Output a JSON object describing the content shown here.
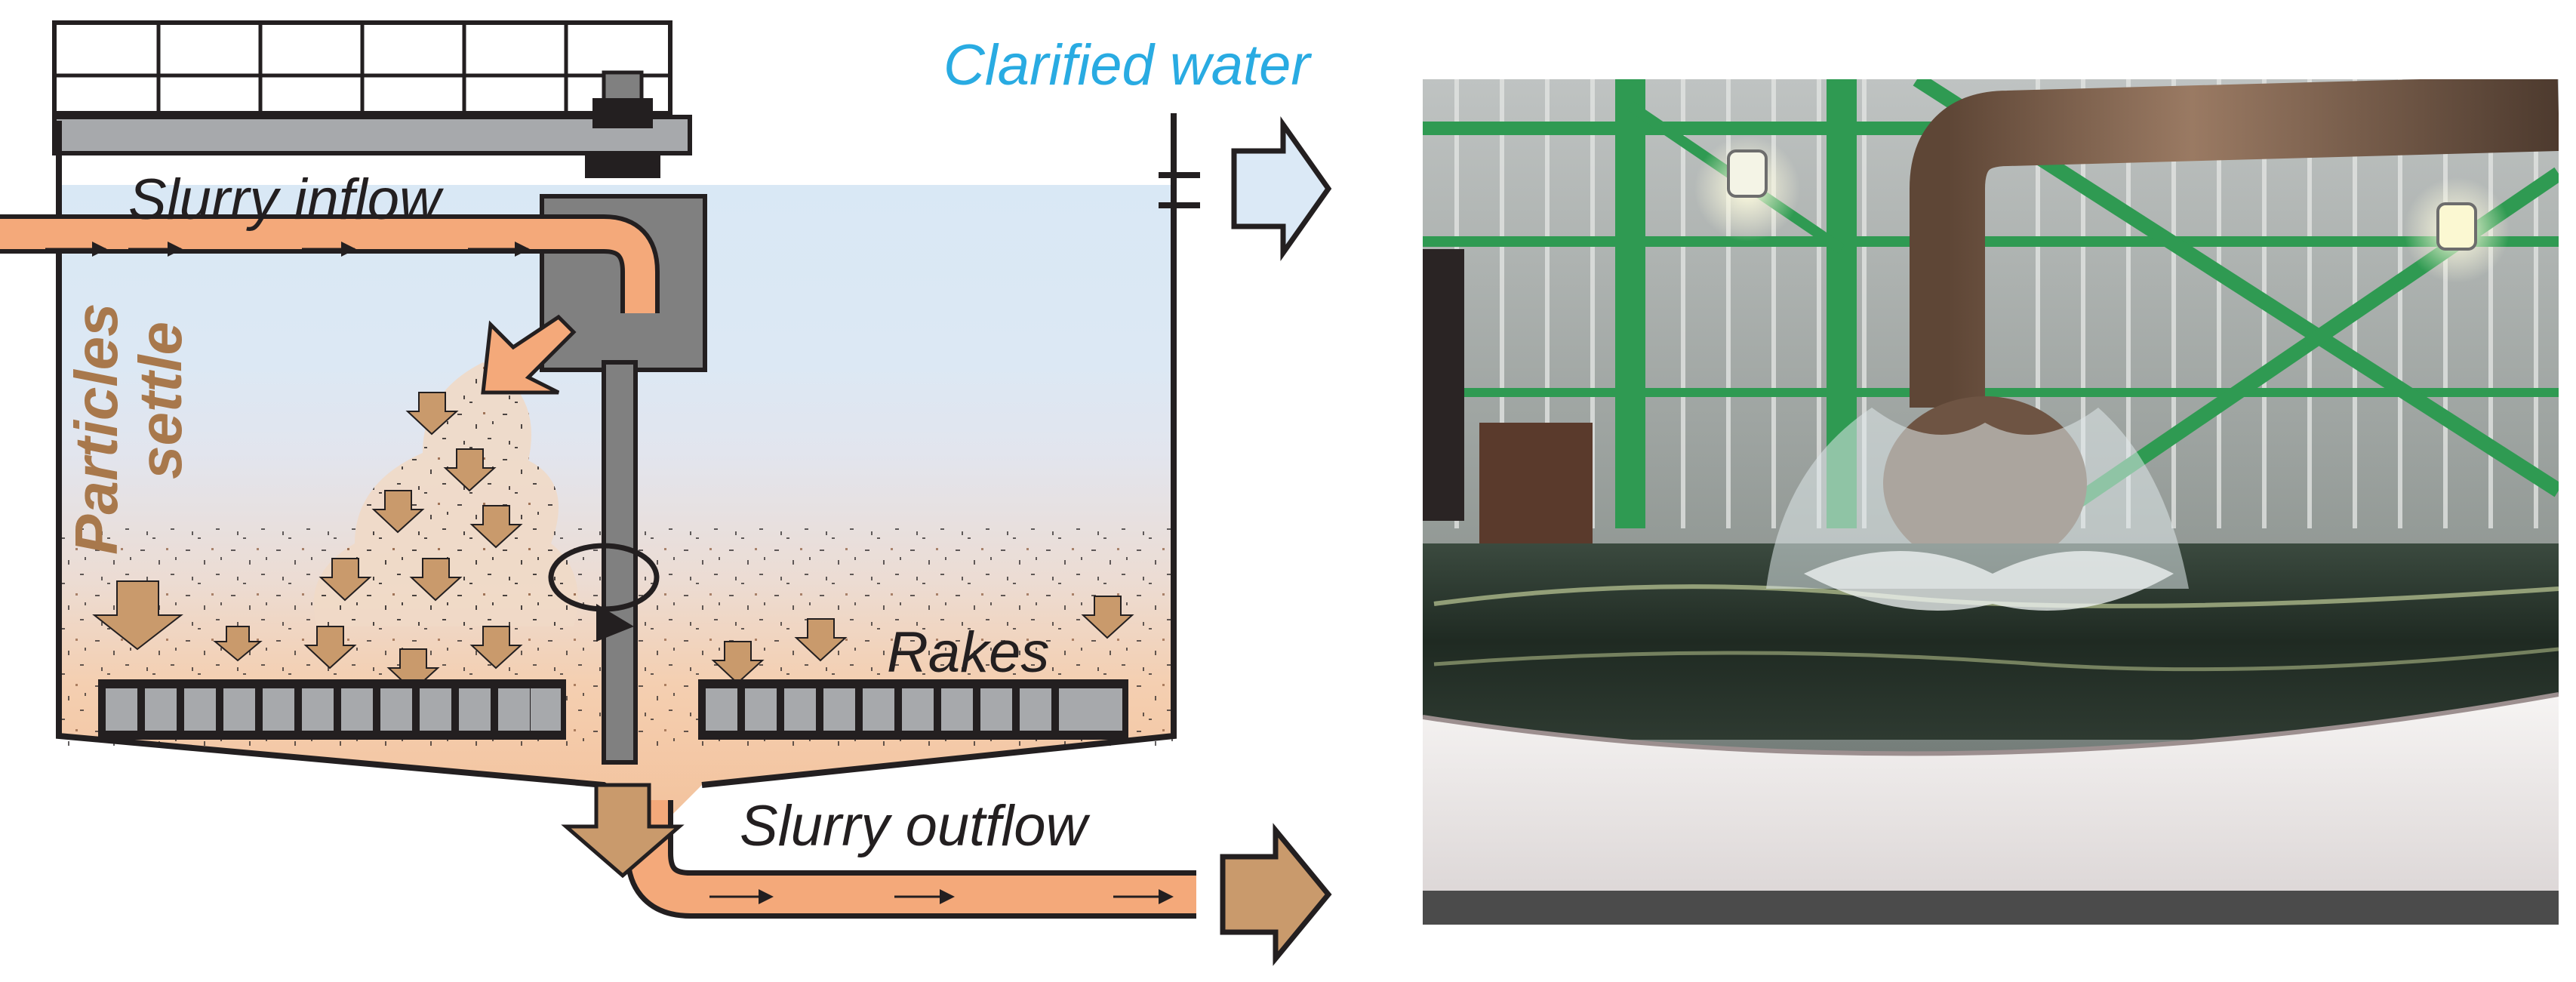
{
  "diagram": {
    "labels": {
      "clarified_water": "Clarified water",
      "slurry_inflow": "Slurry inflow",
      "particles_settle_line1": "Particles",
      "particles_settle_line2": "settle",
      "rakes": "Rakes",
      "slurry_outflow": "Slurry outflow"
    },
    "colors": {
      "clarified_water_text": "#29abe2",
      "label_text": "#231f20",
      "particles_text": "#a8784c",
      "slurry_orange": "#f4a97a",
      "slurry_light": "#f7d2b4",
      "settle_arrow": "#c99a6c",
      "water_blue": "#dbe9f6",
      "water_grey": "#e3e5ec",
      "steel_grey": "#808080",
      "rake_grey": "#7f7f7f"
    }
  },
  "photo": {
    "subject": "clarifier-tank-photo"
  }
}
